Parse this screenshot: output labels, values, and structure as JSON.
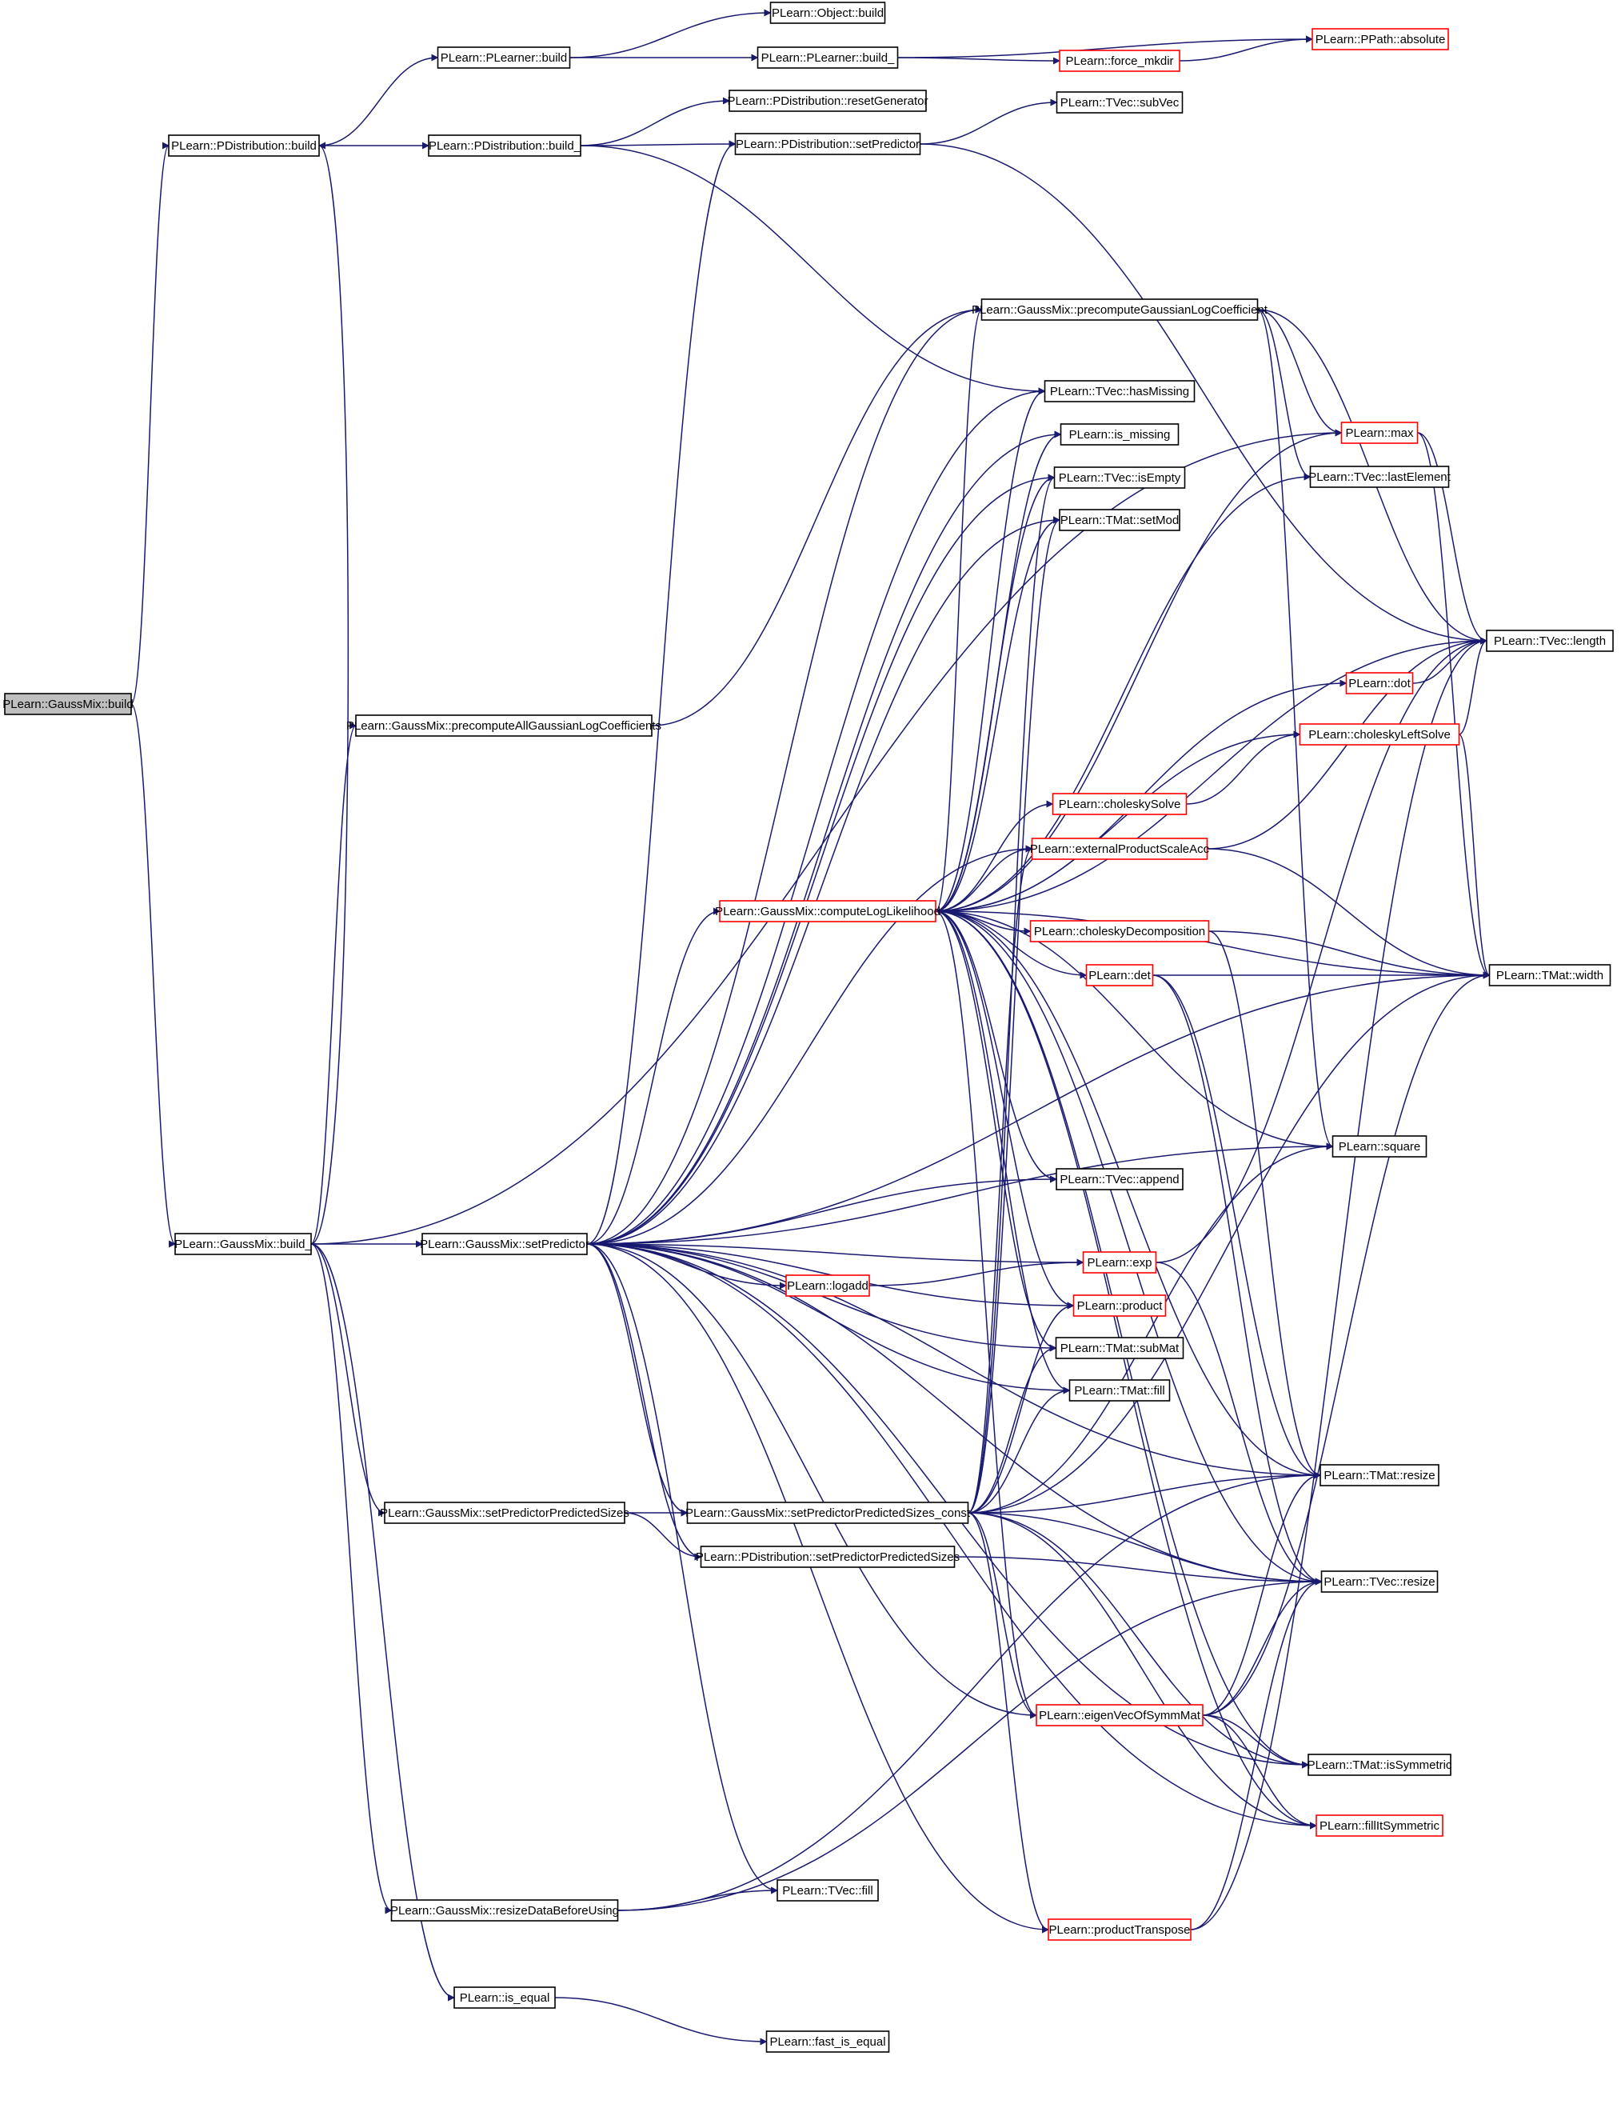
{
  "graph": {
    "edge_color": "#191970",
    "nodes": [
      {
        "id": "root",
        "label": "PLearn::GaussMix::build",
        "style": "root"
      },
      {
        "id": "pd_build",
        "label": "PLearn::PDistribution::build",
        "style": "black"
      },
      {
        "id": "pl_build",
        "label": "PLearn::PLearner::build",
        "style": "black"
      },
      {
        "id": "obj_build",
        "label": "PLearn::Object::build",
        "style": "black"
      },
      {
        "id": "pl_build_",
        "label": "PLearn::PLearner::build_",
        "style": "black"
      },
      {
        "id": "force_mkdir",
        "label": "PLearn::force_mkdir",
        "style": "red"
      },
      {
        "id": "ppath_abs",
        "label": "PLearn::PPath::absolute",
        "style": "red"
      },
      {
        "id": "pd_build_",
        "label": "PLearn::PDistribution::build_",
        "style": "black"
      },
      {
        "id": "pd_resetgen",
        "label": "PLearn::PDistribution::resetGenerator",
        "style": "black"
      },
      {
        "id": "pd_setpred",
        "label": "PLearn::PDistribution::setPredictor",
        "style": "black"
      },
      {
        "id": "tvec_subvec",
        "label": "PLearn::TVec::subVec",
        "style": "black"
      },
      {
        "id": "gm_precompute",
        "label": "PLearn::GaussMix::precomputeGaussianLogCoefficient",
        "style": "black"
      },
      {
        "id": "gm_precomputeall",
        "label": "PLearn::GaussMix::precomputeAllGaussianLogCoefficients",
        "style": "black"
      },
      {
        "id": "tvec_hasmissing",
        "label": "PLearn::TVec::hasMissing",
        "style": "black"
      },
      {
        "id": "is_missing",
        "label": "PLearn::is_missing",
        "style": "black"
      },
      {
        "id": "tvec_isempty",
        "label": "PLearn::TVec::isEmpty",
        "style": "black"
      },
      {
        "id": "tmat_setmod",
        "label": "PLearn::TMat::setMod",
        "style": "black"
      },
      {
        "id": "max",
        "label": "PLearn::max",
        "style": "red"
      },
      {
        "id": "tvec_lastel",
        "label": "PLearn::TVec::lastElement",
        "style": "black"
      },
      {
        "id": "tvec_length",
        "label": "PLearn::TVec::length",
        "style": "black"
      },
      {
        "id": "dot",
        "label": "PLearn::dot",
        "style": "red"
      },
      {
        "id": "chol_left",
        "label": "PLearn::choleskyLeftSolve",
        "style": "red"
      },
      {
        "id": "chol_solve",
        "label": "PLearn::choleskySolve",
        "style": "red"
      },
      {
        "id": "ext_prod",
        "label": "PLearn::externalProductScaleAcc",
        "style": "red"
      },
      {
        "id": "gm_computell",
        "label": "PLearn::GaussMix::computeLogLikelihood",
        "style": "red"
      },
      {
        "id": "chol_decomp",
        "label": "PLearn::choleskyDecomposition",
        "style": "red"
      },
      {
        "id": "tmat_width",
        "label": "PLearn::TMat::width",
        "style": "black"
      },
      {
        "id": "det",
        "label": "PLearn::det",
        "style": "red"
      },
      {
        "id": "square",
        "label": "PLearn::square",
        "style": "black"
      },
      {
        "id": "tvec_append",
        "label": "PLearn::TVec::append",
        "style": "black"
      },
      {
        "id": "gm_build_",
        "label": "PLearn::GaussMix::build_",
        "style": "black"
      },
      {
        "id": "gm_setpred",
        "label": "PLearn::GaussMix::setPredictor",
        "style": "black"
      },
      {
        "id": "exp",
        "label": "PLearn::exp",
        "style": "red"
      },
      {
        "id": "logadd",
        "label": "PLearn::logadd",
        "style": "red"
      },
      {
        "id": "product",
        "label": "PLearn::product",
        "style": "red"
      },
      {
        "id": "tmat_submat",
        "label": "PLearn::TMat::subMat",
        "style": "black"
      },
      {
        "id": "tmat_fill",
        "label": "PLearn::TMat::fill",
        "style": "black"
      },
      {
        "id": "tmat_resize",
        "label": "PLearn::TMat::resize",
        "style": "black"
      },
      {
        "id": "gm_setpps",
        "label": "PLearn::GaussMix::setPredictorPredictedSizes",
        "style": "black"
      },
      {
        "id": "gm_setpps_c",
        "label": "PLearn::GaussMix::setPredictorPredictedSizes_const",
        "style": "black"
      },
      {
        "id": "pd_setpps",
        "label": "PLearn::PDistribution::setPredictorPredictedSizes",
        "style": "black"
      },
      {
        "id": "tvec_resize",
        "label": "PLearn::TVec::resize",
        "style": "black"
      },
      {
        "id": "eigen",
        "label": "PLearn::eigenVecOfSymmMat",
        "style": "red"
      },
      {
        "id": "tmat_issym",
        "label": "PLearn::TMat::isSymmetric",
        "style": "black"
      },
      {
        "id": "fillsym",
        "label": "PLearn::fillItSymmetric",
        "style": "red"
      },
      {
        "id": "gm_resize",
        "label": "PLearn::GaussMix::resizeDataBeforeUsing",
        "style": "black"
      },
      {
        "id": "tvec_fill",
        "label": "PLearn::TVec::fill",
        "style": "black"
      },
      {
        "id": "prod_t",
        "label": "PLearn::productTranspose",
        "style": "red"
      },
      {
        "id": "is_equal",
        "label": "PLearn::is_equal",
        "style": "black"
      },
      {
        "id": "fast_is_equal",
        "label": "PLearn::fast_is_equal",
        "style": "black"
      }
    ],
    "edges": [
      [
        "root",
        "pd_build"
      ],
      [
        "root",
        "gm_build_"
      ],
      [
        "pd_build",
        "pl_build"
      ],
      [
        "pd_build",
        "pd_build_"
      ],
      [
        "pl_build",
        "obj_build"
      ],
      [
        "pl_build",
        "pl_build_"
      ],
      [
        "pl_build_",
        "force_mkdir"
      ],
      [
        "pl_build_",
        "ppath_abs"
      ],
      [
        "force_mkdir",
        "ppath_abs"
      ],
      [
        "pd_build_",
        "pd_resetgen"
      ],
      [
        "pd_build_",
        "pd_setpred"
      ],
      [
        "pd_build_",
        "tvec_hasmissing"
      ],
      [
        "pd_setpred",
        "tvec_subvec"
      ],
      [
        "pd_setpred",
        "tvec_length"
      ],
      [
        "gm_precompute",
        "max"
      ],
      [
        "gm_precompute",
        "tvec_lastel"
      ],
      [
        "gm_precompute",
        "tvec_length"
      ],
      [
        "gm_precompute",
        "square"
      ],
      [
        "gm_precomputeall",
        "gm_precompute"
      ],
      [
        "max",
        "tvec_length"
      ],
      [
        "max",
        "tmat_width"
      ],
      [
        "dot",
        "tvec_length"
      ],
      [
        "chol_left",
        "tvec_length"
      ],
      [
        "chol_left",
        "tmat_width"
      ],
      [
        "chol_solve",
        "chol_left"
      ],
      [
        "ext_prod",
        "tvec_length"
      ],
      [
        "ext_prod",
        "tmat_width"
      ],
      [
        "chol_decomp",
        "tmat_width"
      ],
      [
        "chol_decomp",
        "tmat_resize"
      ],
      [
        "det",
        "tmat_width"
      ],
      [
        "det",
        "tmat_resize"
      ],
      [
        "det",
        "tvec_resize"
      ],
      [
        "exp",
        "tvec_length"
      ],
      [
        "exp",
        "tvec_resize"
      ],
      [
        "logadd",
        "exp"
      ],
      [
        "gm_computell",
        "gm_precompute"
      ],
      [
        "gm_computell",
        "tvec_hasmissing"
      ],
      [
        "gm_computell",
        "is_missing"
      ],
      [
        "gm_computell",
        "tvec_isempty"
      ],
      [
        "gm_computell",
        "tmat_setmod"
      ],
      [
        "gm_computell",
        "max"
      ],
      [
        "gm_computell",
        "tvec_lastel"
      ],
      [
        "gm_computell",
        "tvec_length"
      ],
      [
        "gm_computell",
        "dot"
      ],
      [
        "gm_computell",
        "chol_left"
      ],
      [
        "gm_computell",
        "chol_solve"
      ],
      [
        "gm_computell",
        "ext_prod"
      ],
      [
        "gm_computell",
        "chol_decomp"
      ],
      [
        "gm_computell",
        "tmat_width"
      ],
      [
        "gm_computell",
        "det"
      ],
      [
        "gm_computell",
        "square"
      ],
      [
        "gm_computell",
        "tvec_append"
      ],
      [
        "gm_computell",
        "product"
      ],
      [
        "gm_computell",
        "tmat_submat"
      ],
      [
        "gm_computell",
        "tmat_fill"
      ],
      [
        "gm_computell",
        "tmat_resize"
      ],
      [
        "gm_computell",
        "tvec_resize"
      ],
      [
        "gm_computell",
        "eigen"
      ],
      [
        "gm_computell",
        "tmat_issym"
      ],
      [
        "gm_computell",
        "fillsym"
      ],
      [
        "gm_build_",
        "pd_build"
      ],
      [
        "gm_build_",
        "gm_setpred"
      ],
      [
        "gm_build_",
        "gm_precomputeall"
      ],
      [
        "gm_build_",
        "max"
      ],
      [
        "gm_build_",
        "gm_setpps"
      ],
      [
        "gm_build_",
        "gm_resize"
      ],
      [
        "gm_build_",
        "is_equal"
      ],
      [
        "gm_setpred",
        "pd_setpred"
      ],
      [
        "gm_setpred",
        "gm_computell"
      ],
      [
        "gm_setpred",
        "gm_precompute"
      ],
      [
        "gm_setpred",
        "tvec_hasmissing"
      ],
      [
        "gm_setpred",
        "is_missing"
      ],
      [
        "gm_setpred",
        "tvec_isempty"
      ],
      [
        "gm_setpred",
        "tmat_setmod"
      ],
      [
        "gm_setpred",
        "ext_prod"
      ],
      [
        "gm_setpred",
        "tvec_append"
      ],
      [
        "gm_setpred",
        "square"
      ],
      [
        "gm_setpred",
        "exp"
      ],
      [
        "gm_setpred",
        "logadd"
      ],
      [
        "gm_setpred",
        "product"
      ],
      [
        "gm_setpred",
        "tmat_submat"
      ],
      [
        "gm_setpred",
        "tmat_fill"
      ],
      [
        "gm_setpred",
        "tmat_resize"
      ],
      [
        "gm_setpred",
        "tvec_resize"
      ],
      [
        "gm_setpred",
        "eigen"
      ],
      [
        "gm_setpred",
        "tmat_issym"
      ],
      [
        "gm_setpred",
        "fillsym"
      ],
      [
        "gm_setpred",
        "prod_t"
      ],
      [
        "gm_setpred",
        "tvec_fill"
      ],
      [
        "gm_setpred",
        "gm_setpps_c"
      ],
      [
        "gm_setpred",
        "pd_setpps"
      ],
      [
        "gm_setpred",
        "tmat_width"
      ],
      [
        "gm_setpps",
        "gm_setpps_c"
      ],
      [
        "gm_setpps",
        "pd_setpps"
      ],
      [
        "gm_setpps_c",
        "tmat_resize"
      ],
      [
        "gm_setpps_c",
        "tvec_resize"
      ],
      [
        "gm_setpps_c",
        "eigen"
      ],
      [
        "gm_setpps_c",
        "tmat_issym"
      ],
      [
        "gm_setpps_c",
        "fillsym"
      ],
      [
        "gm_setpps_c",
        "prod_t"
      ],
      [
        "gm_setpps_c",
        "tvec_isempty"
      ],
      [
        "gm_setpps_c",
        "tmat_setmod"
      ],
      [
        "gm_setpps_c",
        "tmat_submat"
      ],
      [
        "gm_setpps_c",
        "tmat_fill"
      ],
      [
        "gm_setpps_c",
        "product"
      ],
      [
        "gm_setpps_c",
        "ext_prod"
      ],
      [
        "gm_setpps_c",
        "square"
      ],
      [
        "gm_setpps_c",
        "tmat_width"
      ],
      [
        "pd_setpps",
        "tvec_resize"
      ],
      [
        "eigen",
        "tmat_resize"
      ],
      [
        "eigen",
        "tvec_resize"
      ],
      [
        "eigen",
        "tmat_width"
      ],
      [
        "eigen",
        "tmat_issym"
      ],
      [
        "eigen",
        "fillsym"
      ],
      [
        "gm_resize",
        "tvec_fill"
      ],
      [
        "gm_resize",
        "tmat_resize"
      ],
      [
        "gm_resize",
        "tvec_resize"
      ],
      [
        "prod_t",
        "tvec_length"
      ],
      [
        "prod_t",
        "tvec_resize"
      ],
      [
        "is_equal",
        "fast_is_equal"
      ]
    ]
  }
}
